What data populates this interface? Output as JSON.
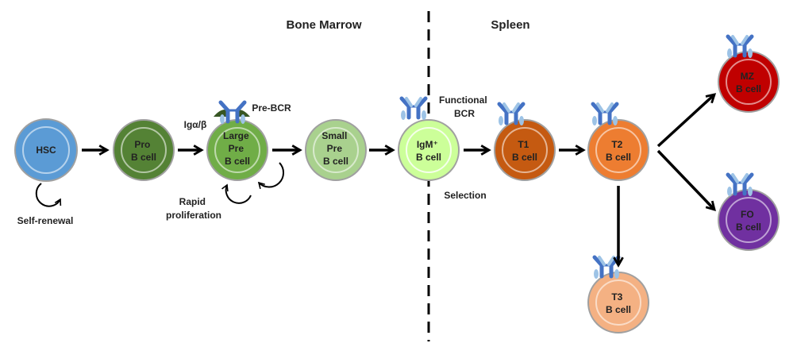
{
  "regions": {
    "bone_marrow": "Bone Marrow",
    "spleen": "Spleen"
  },
  "cells": {
    "hsc": {
      "lines": [
        "HSC"
      ],
      "color": "#5b9bd5"
    },
    "pro": {
      "lines": [
        "Pro",
        "B cell"
      ],
      "color": "#548235"
    },
    "large_pre": {
      "lines": [
        "Large",
        "Pre",
        "B cell"
      ],
      "color": "#70ad47"
    },
    "small_pre": {
      "lines": [
        "Small",
        "Pre",
        "B cell"
      ],
      "color": "#a9d18e"
    },
    "igm": {
      "lines": [
        "IgM⁺",
        "B cell"
      ],
      "color": "#ccff99"
    },
    "t1": {
      "lines": [
        "T1",
        "B cell"
      ],
      "color": "#c55a11"
    },
    "t2": {
      "lines": [
        "T2",
        "B cell"
      ],
      "color": "#ed7d31"
    },
    "t3": {
      "lines": [
        "T3",
        "B cell"
      ],
      "color": "#f4b183"
    },
    "mz": {
      "lines": [
        "MZ",
        "B cell"
      ],
      "color": "#c00000"
    },
    "fo": {
      "lines": [
        "FO",
        "B cell"
      ],
      "color": "#7030a0"
    }
  },
  "labels": {
    "self_renewal": "Self-renewal",
    "iga_b": "Igα/β",
    "pre_bcr": "Pre-BCR",
    "rapid": "Rapid",
    "proliferation": "proliferation",
    "functional": "Functional",
    "bcr": "BCR",
    "selection": "Selection"
  },
  "colors": {
    "receptor": "#4472c4",
    "receptor_light": "#9dc3e6",
    "pre_bcr_chain": "#375623",
    "arrow": "#000000"
  }
}
